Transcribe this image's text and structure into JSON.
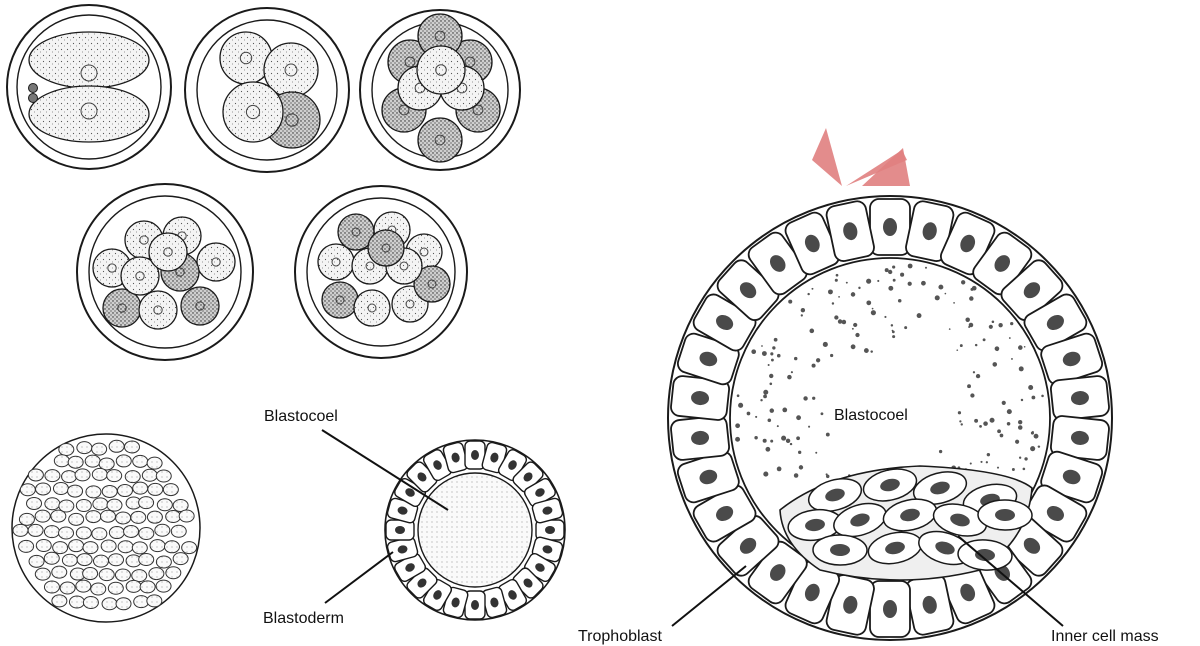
{
  "labels": {
    "blastocoel_small": "Blastocoel",
    "blastoderm": "Blastoderm",
    "blastocoel_large": "Blastocoel",
    "trophoblast": "Trophoblast",
    "inner_cell_mass": "Inner cell mass"
  },
  "stages": [
    "2-cell",
    "4-cell",
    "8-cell",
    "16-cell",
    "32-cell",
    "morula",
    "blastula",
    "blastocyst"
  ],
  "colors": {
    "ink": "#1a1a1a",
    "cell_fill": "#ffffff",
    "cell_gray": "#d8d8d8",
    "dark_gray": "#4a4a4a",
    "watermark": "#e08080"
  }
}
